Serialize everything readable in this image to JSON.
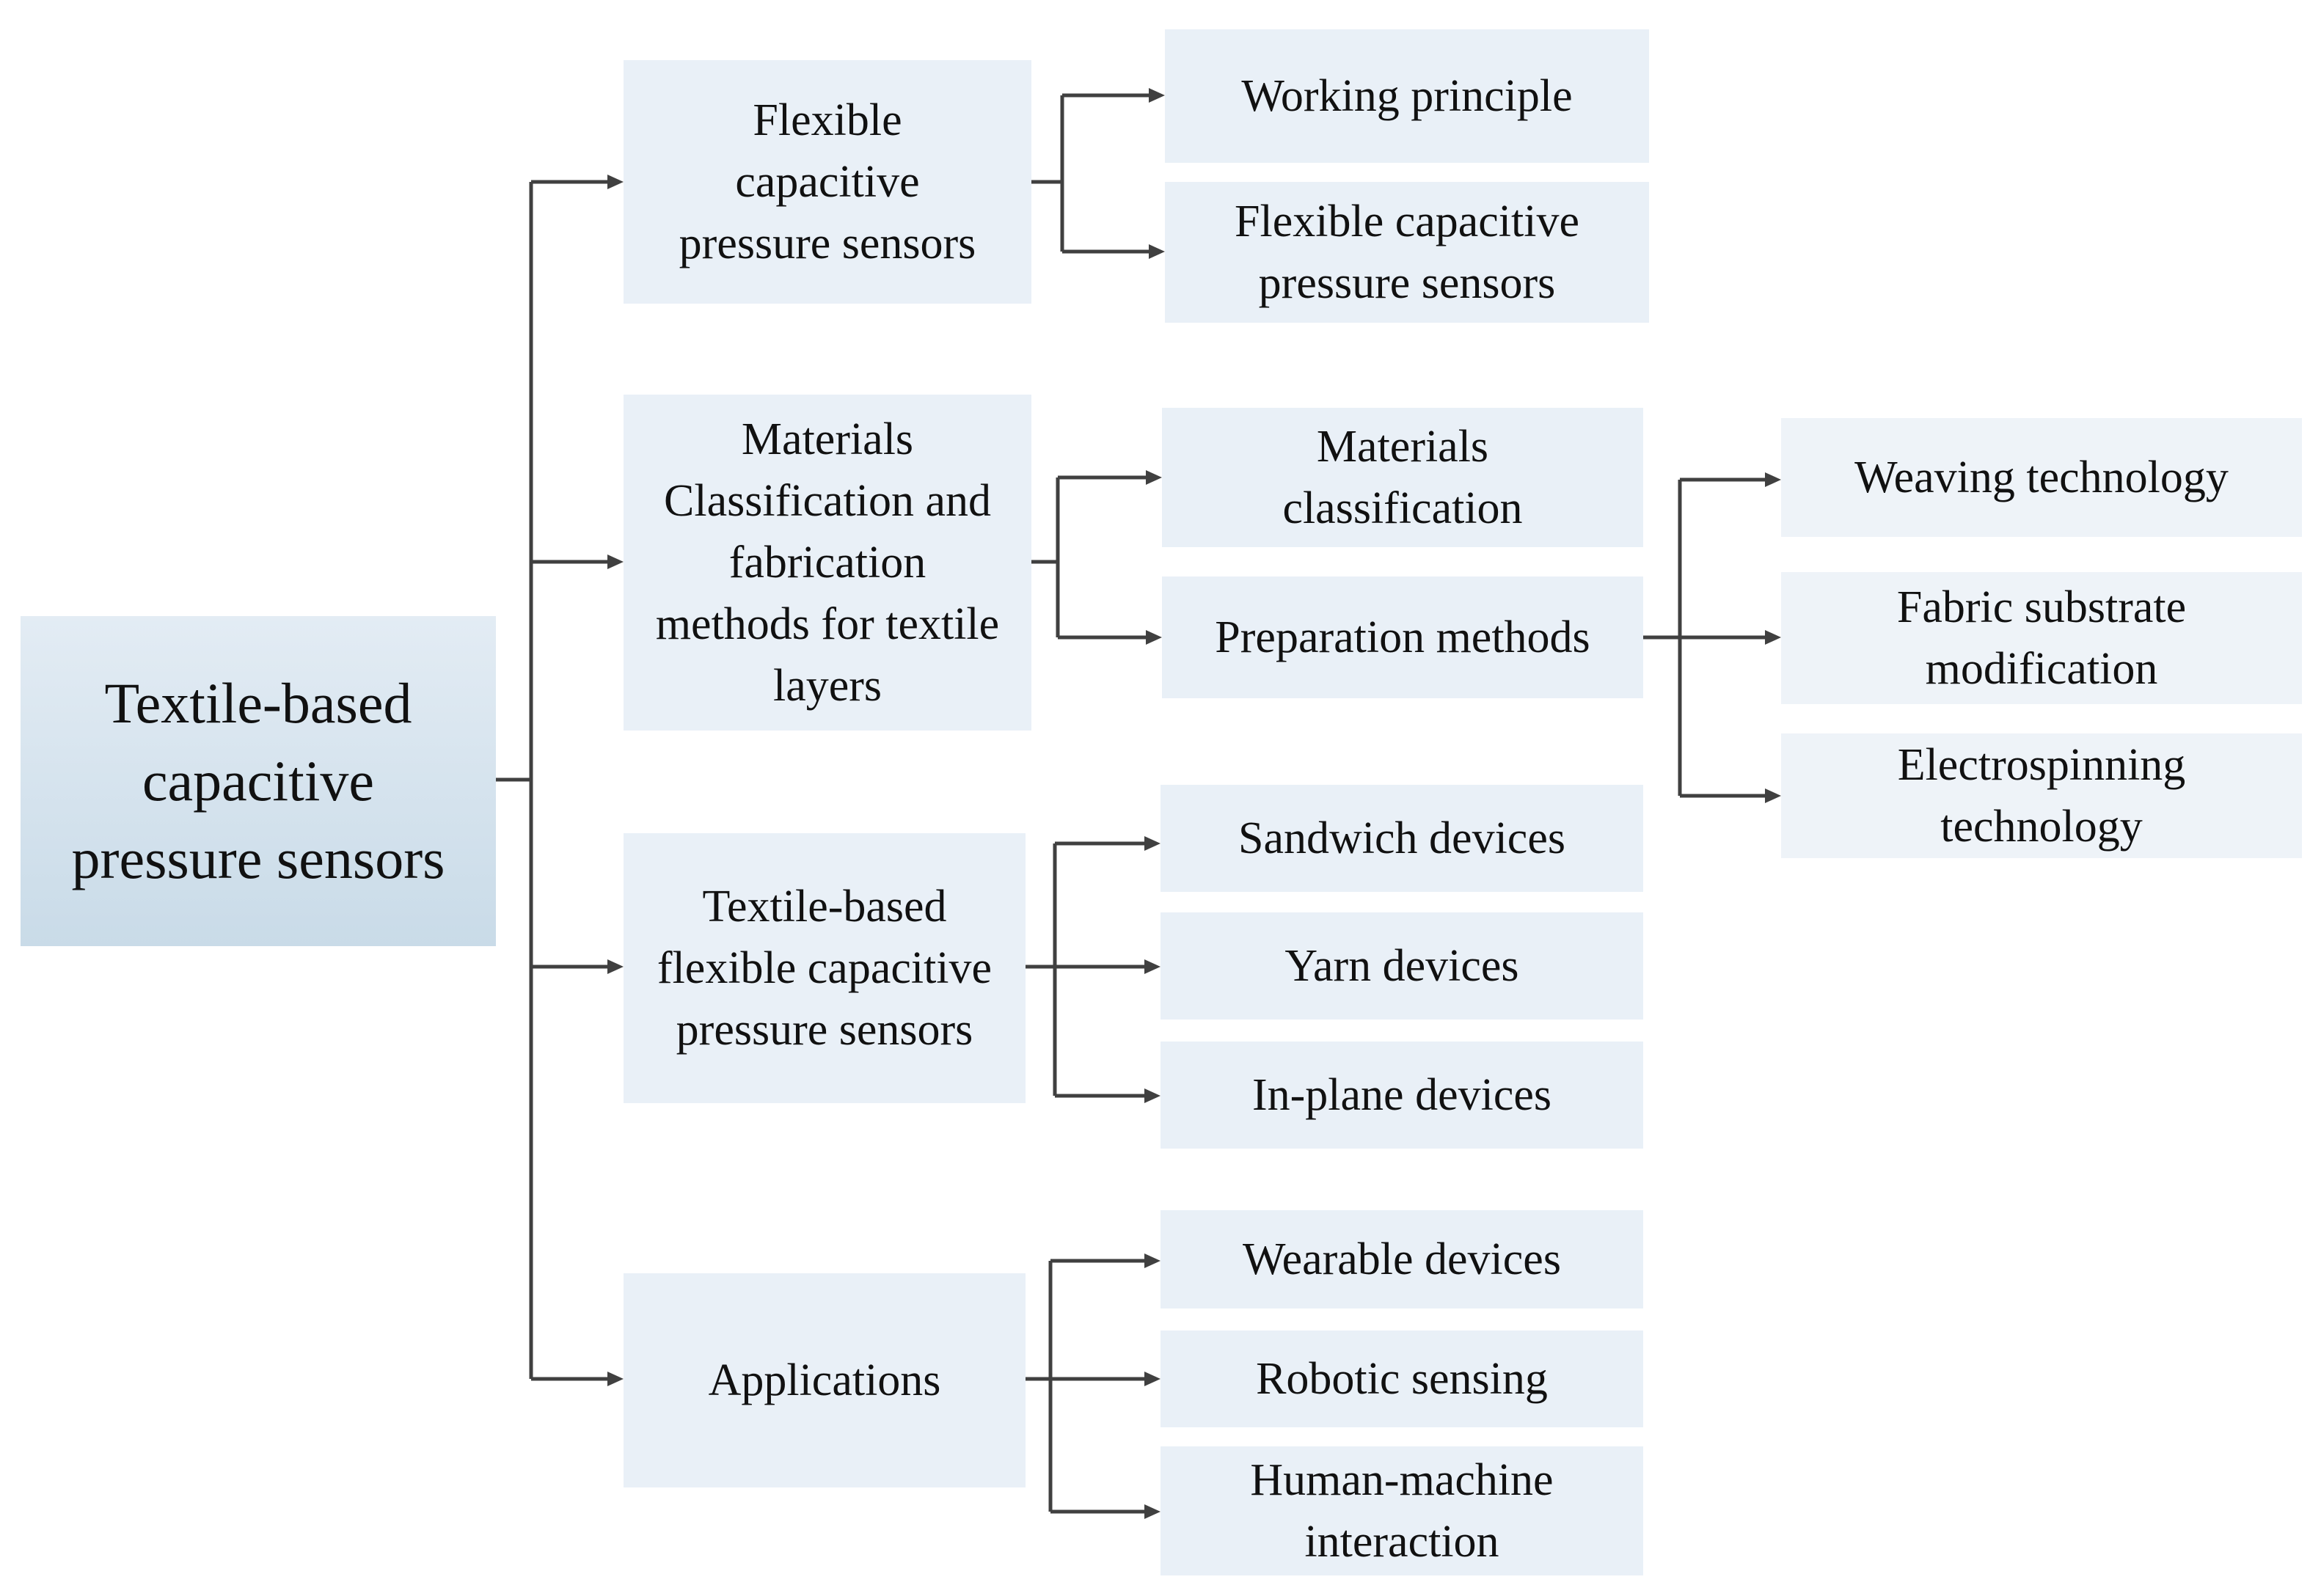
{
  "root": {
    "label": "Textile-based\ncapacitive\npressure sensors"
  },
  "branches": [
    {
      "label": "Flexible\ncapacitive\npressure sensors",
      "children": [
        {
          "label": "Working principle"
        },
        {
          "label": "Flexible capacitive\npressure sensors"
        }
      ]
    },
    {
      "label": "Materials\nClassification and\nfabrication\nmethods for textile\nlayers",
      "children": [
        {
          "label": "Materials\nclassification"
        },
        {
          "label": "Preparation methods",
          "children": [
            {
              "label": "Weaving technology"
            },
            {
              "label": "Fabric substrate\nmodification"
            },
            {
              "label": "Electrospinning\ntechnology"
            }
          ]
        }
      ]
    },
    {
      "label": "Textile-based\nflexible capacitive\npressure sensors",
      "children": [
        {
          "label": "Sandwich devices"
        },
        {
          "label": "Yarn devices"
        },
        {
          "label": "In-plane devices"
        }
      ]
    },
    {
      "label": "Applications",
      "children": [
        {
          "label": "Wearable devices"
        },
        {
          "label": "Robotic sensing"
        },
        {
          "label": "Human-machine\ninteraction"
        }
      ]
    }
  ],
  "colors": {
    "box_fill": "#e9f0f7",
    "root_fill": "#c9dbe8",
    "connector": "#404040"
  }
}
